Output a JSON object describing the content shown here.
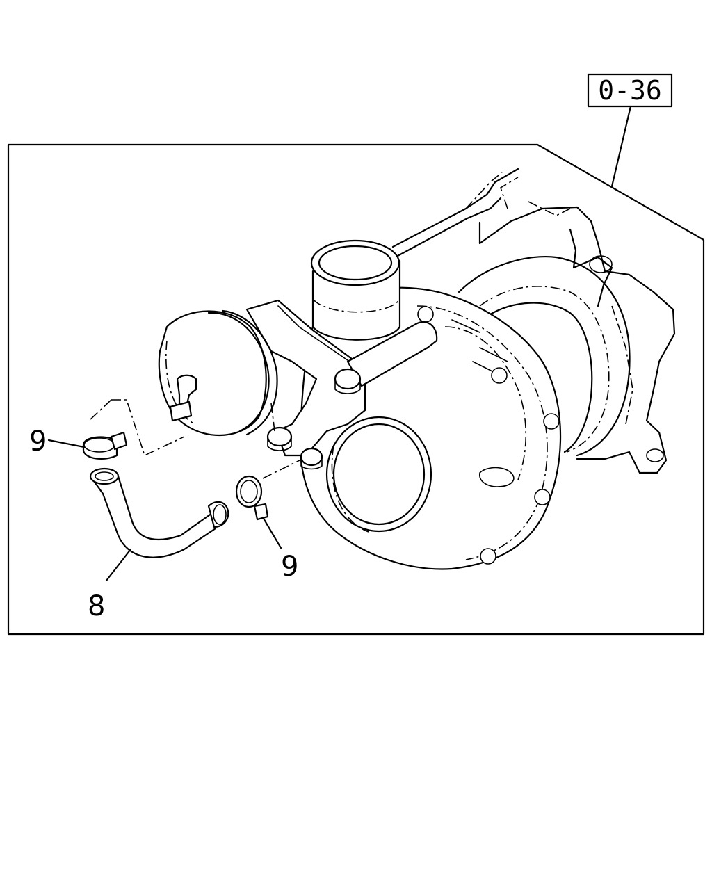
{
  "reference_box": {
    "label": "0-36"
  },
  "callouts": [
    {
      "id": "clamp-upper",
      "number": "9"
    },
    {
      "id": "clamp-lower",
      "number": "9"
    },
    {
      "id": "pipe",
      "number": "8"
    }
  ]
}
